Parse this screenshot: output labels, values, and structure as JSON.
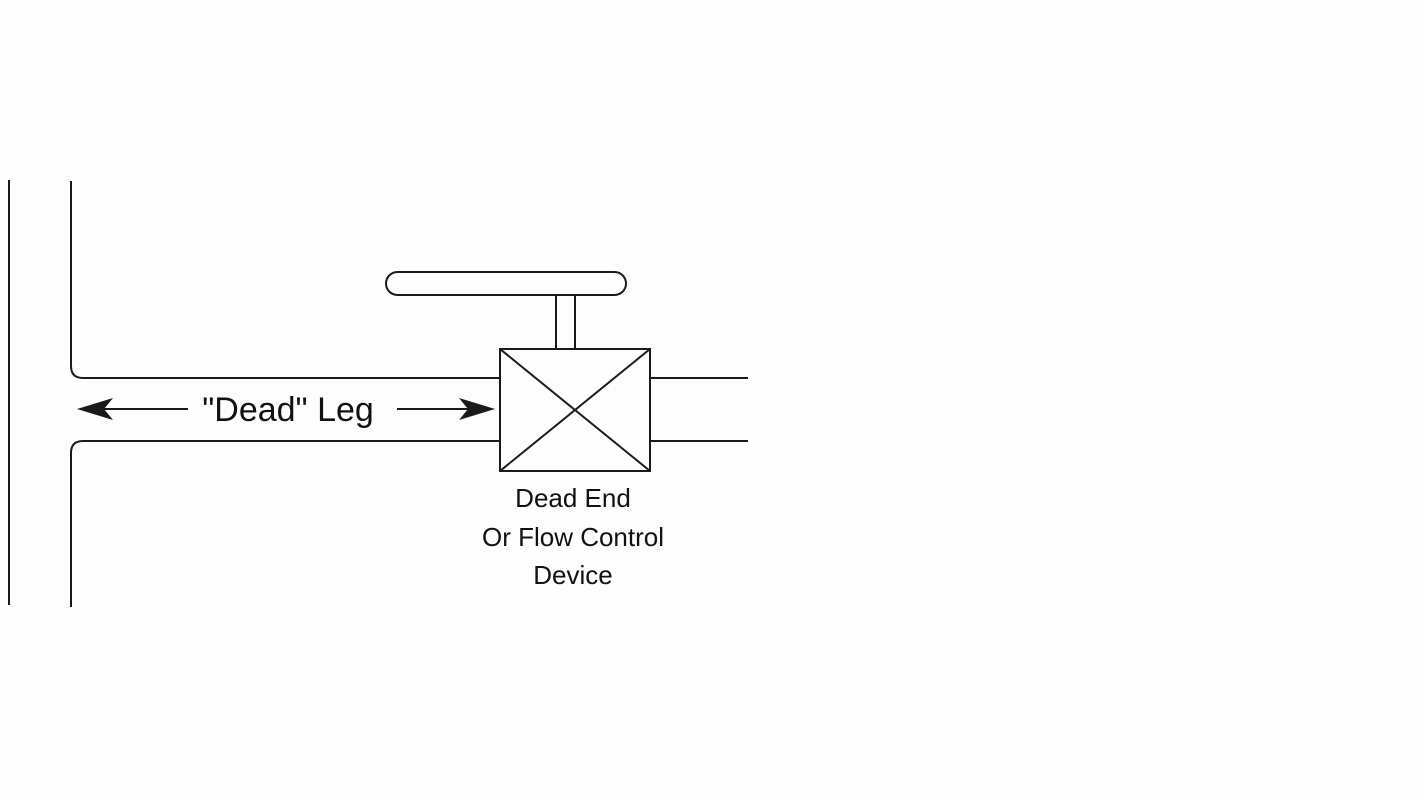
{
  "diagram": {
    "dead_leg_label": "\"Dead\" Leg",
    "device_label_lines": [
      "Dead End",
      "Or Flow Control",
      "Device"
    ],
    "line_color": "#1a1a1a"
  }
}
